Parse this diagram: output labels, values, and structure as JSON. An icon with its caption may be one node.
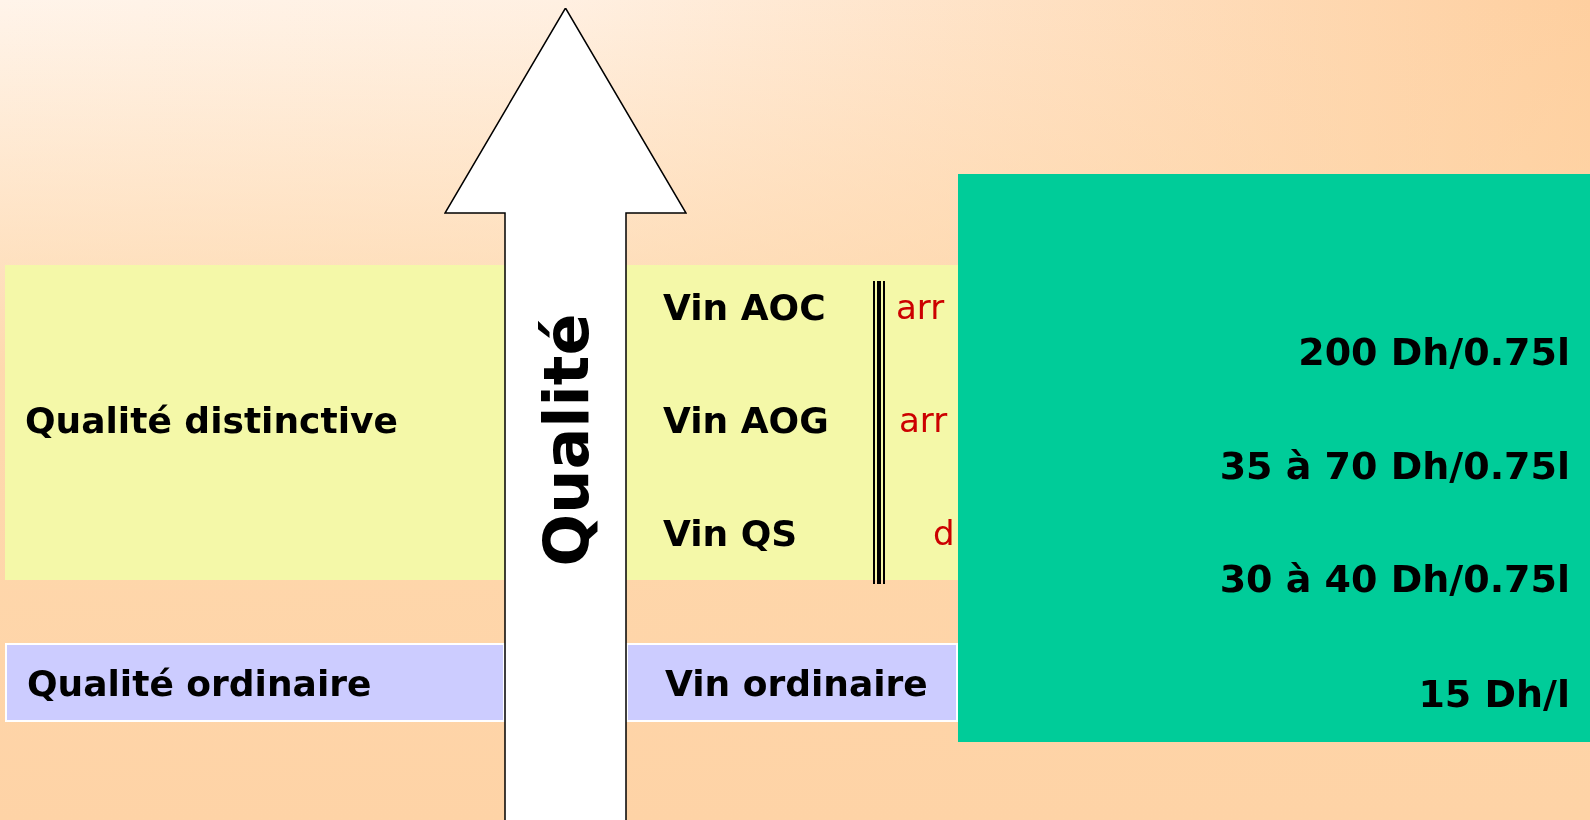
{
  "diagram": {
    "nodes": [
      {
        "text": [
          "Qualité distinctive"
        ]
      },
      {
        "text": [
          "Qualité ordinaire"
        ]
      },
      {
        "text": [
          "Qualité"
        ]
      },
      {
        "text": [
          "Vin AOC",
          "Vin AOG",
          "Vin QS"
        ]
      },
      {
        "text": [
          "Vin ordinaire"
        ]
      },
      {
        "text": [
          "200 Dh/0.75l",
          "35 à 70 Dh/0.75l",
          "30 à 40 Dh/0.75l",
          "15 Dh/l"
        ]
      }
    ],
    "edges": [],
    "labels": [
      "arr",
      "arr",
      "d"
    ]
  }
}
